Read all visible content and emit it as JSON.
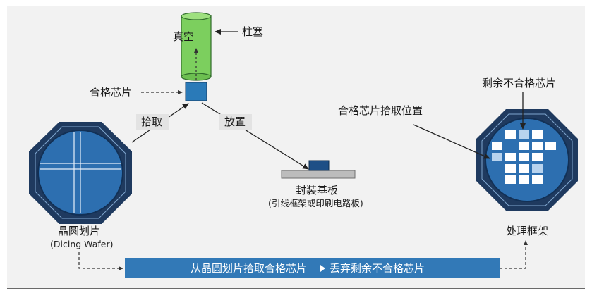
{
  "labels": {
    "vacuum": "真空",
    "plunger": "柱塞",
    "good_die": "合格芯片",
    "pick": "拾取",
    "place": "放置",
    "substrate": "封装基板",
    "substrate_sub": "(引线框架或印刷电路板)",
    "wafer": "晶圆划片",
    "wafer_sub": "(Dicing Wafer)",
    "remaining_bad_die": "剩余不合格芯片",
    "good_die_pick_position": "合格芯片拾取位置",
    "frame": "处理框架"
  },
  "banner": {
    "text_left": "从晶圆划片拾取合格芯片",
    "text_right": "丢弃剩余不合格芯片"
  },
  "colors": {
    "background": "#f2f2f2",
    "octagon": "#1f3a5f",
    "wafer_fill": "#2d6fb0",
    "plunger": "#7ccf5e",
    "chip": "#2a7ab8",
    "banner": "#3279b7",
    "label_box": "#e3e3e3"
  }
}
